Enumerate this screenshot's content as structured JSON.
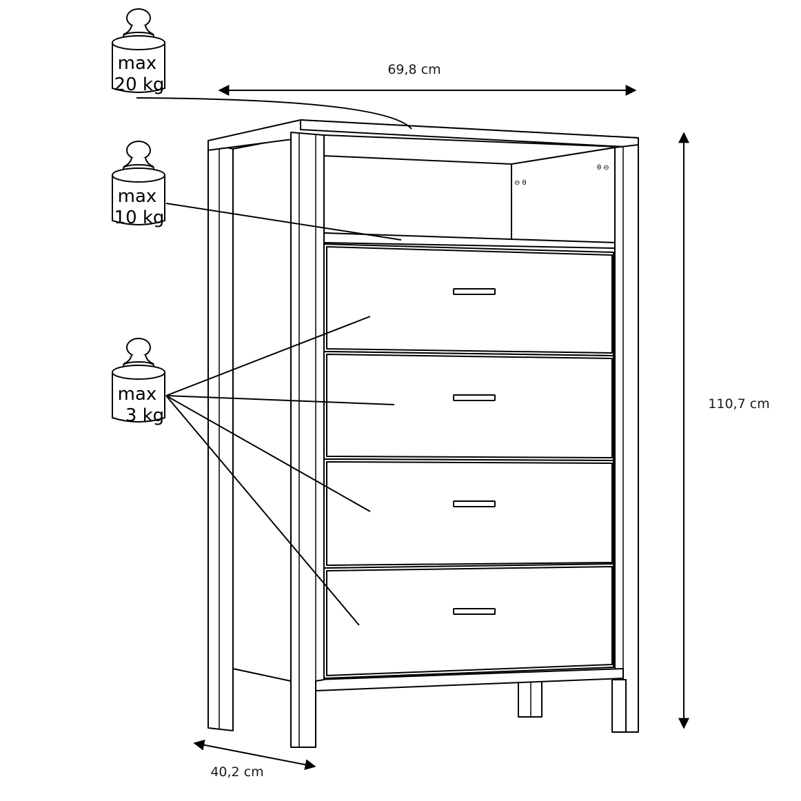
{
  "dimensions": {
    "width": "69,8 cm",
    "height": "110,7 cm",
    "depth": "40,2 cm"
  },
  "weights": {
    "top": {
      "line1": "max",
      "line2": "20 kg"
    },
    "shelf": {
      "line1": "max",
      "line2": "10 kg"
    },
    "drawers": {
      "line1": "max",
      "line2": "3 kg"
    }
  }
}
